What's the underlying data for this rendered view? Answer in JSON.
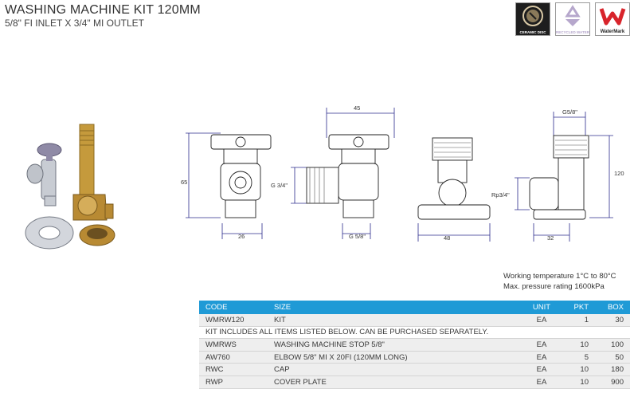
{
  "header": {
    "title": "WASHING MACHINE KIT 120MM",
    "subtitle": "5/8\" FI INLET X 3/4\" MI OUTLET"
  },
  "badges": {
    "ceramic": "CERAMIC DISC",
    "recycled": "RECYCLED WATER",
    "watermark": "WaterMark"
  },
  "diagram_labels": {
    "d65": "65",
    "d26": "26",
    "d45": "45",
    "g34": "G 3/4\"",
    "g58": "G 5/8\"",
    "d48": "48",
    "g58top": "G5/8\"",
    "rp34": "Rp3/4\"",
    "d120": "120",
    "d32": "32"
  },
  "specs": {
    "temperature": "Working temperature 1°C to 80°C",
    "pressure": "Max. pressure rating 1600kPa"
  },
  "table": {
    "headers": {
      "code": "CODE",
      "size": "SIZE",
      "unit": "UNIT",
      "pkt": "PKT",
      "box": "BOX"
    },
    "main_row": {
      "code": "WMRW120",
      "size": "KIT",
      "unit": "EA",
      "pkt": "1",
      "box": "30"
    },
    "note": "KIT INCLUDES ALL ITEMS LISTED BELOW. CAN BE PURCHASED SEPARATELY.",
    "rows": [
      {
        "code": "WMRWS",
        "size": "WASHING MACHINE STOP 5/8\"",
        "unit": "EA",
        "pkt": "10",
        "box": "100"
      },
      {
        "code": "AW760",
        "size": "ELBOW 5/8\" MI X 20FI (120MM LONG)",
        "unit": "EA",
        "pkt": "5",
        "box": "50"
      },
      {
        "code": "RWC",
        "size": "CAP",
        "unit": "EA",
        "pkt": "10",
        "box": "180"
      },
      {
        "code": "RWP",
        "size": "COVER PLATE",
        "unit": "EA",
        "pkt": "10",
        "box": "900"
      }
    ]
  },
  "colors": {
    "header_bg": "#1f9ad6",
    "dimension_line": "#2b2b8c",
    "brass": "#c59a3c",
    "chrome": "#b9bcc4"
  }
}
